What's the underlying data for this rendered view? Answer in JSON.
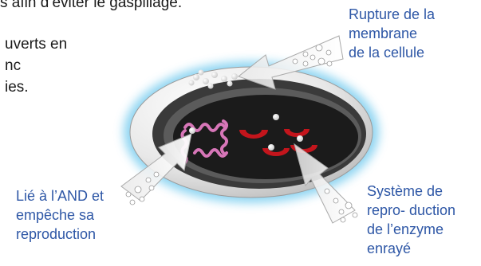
{
  "page_text": {
    "line_top": "s afin d’éviter le gaspillage.",
    "line_1": "uverts en",
    "line_2": "nc",
    "line_3": "ies."
  },
  "callouts": {
    "top_right": [
      "Rupture de la",
      "membrane",
      "de la cellule"
    ],
    "bottom_left": [
      "Lié à l’AND et",
      "empêche sa",
      "reproduction"
    ],
    "bottom_right": [
      "Système de",
      "repro- duction",
      "de l’enzyme",
      "enrayé"
    ]
  },
  "colors": {
    "callout_text": "#2e57a6",
    "cell_glow": "#5fc3ec",
    "cell_shell": "#e6e6e6",
    "membrane": "#3a3a3a",
    "interior": "#1b1b1b",
    "dna_strand": "#d776b8",
    "enzyme": "#c3151c",
    "particle": "#ffffff"
  }
}
